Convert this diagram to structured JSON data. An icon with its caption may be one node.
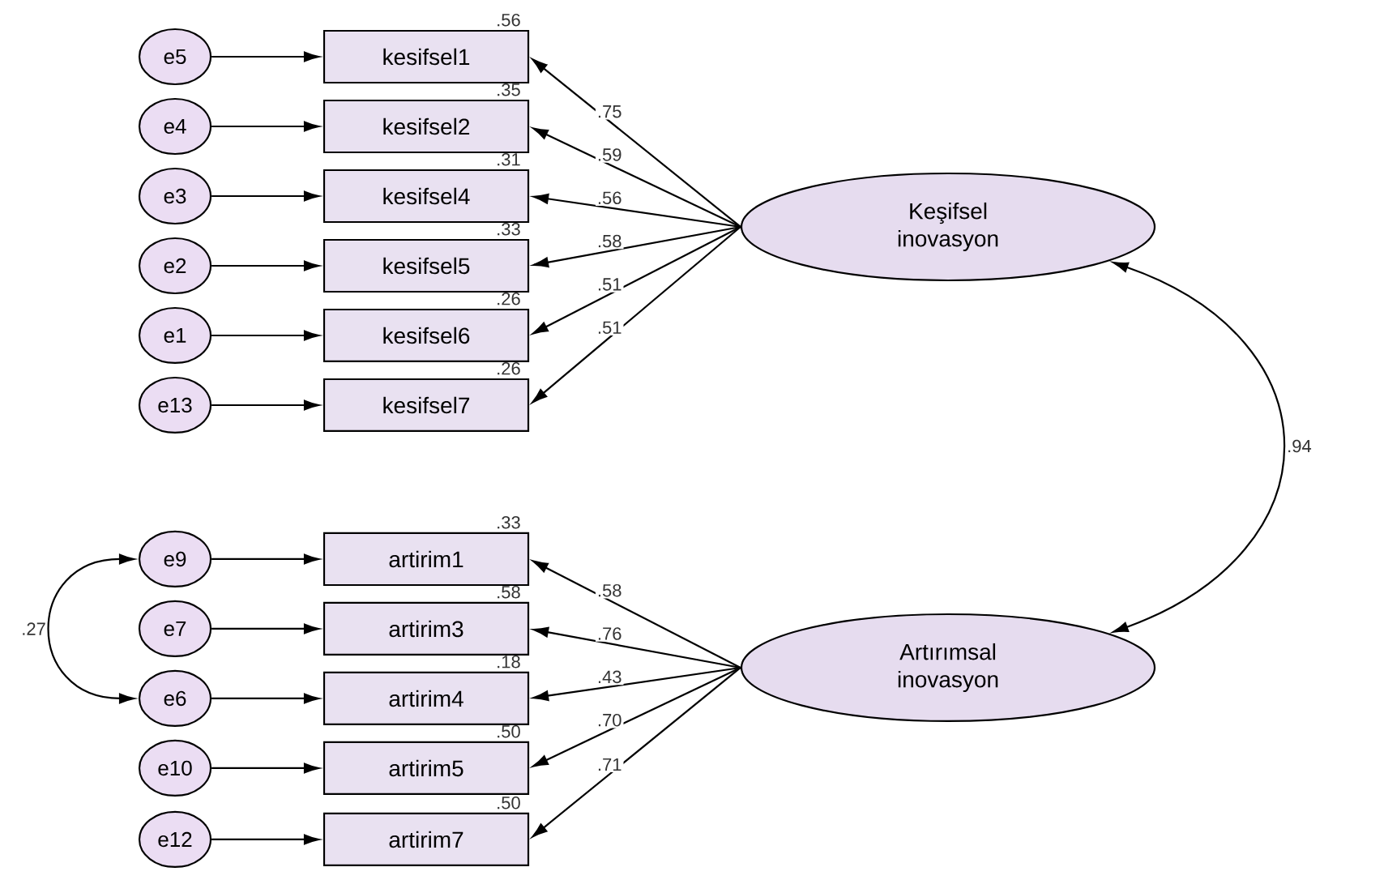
{
  "diagram": {
    "nodes": [
      {
        "text": [
          "e5"
        ]
      },
      {
        "text": [
          "e4"
        ]
      },
      {
        "text": [
          "e3"
        ]
      },
      {
        "text": [
          "e2"
        ]
      },
      {
        "text": [
          "e1"
        ]
      },
      {
        "text": [
          "e13"
        ]
      },
      {
        "text": [
          "kesifsel1"
        ],
        "beside": [
          ".56"
        ]
      },
      {
        "text": [
          "kesifsel2"
        ],
        "beside": [
          ".35"
        ]
      },
      {
        "text": [
          "kesifsel4"
        ],
        "beside": [
          ".31"
        ]
      },
      {
        "text": [
          "kesifsel5"
        ],
        "beside": [
          ".33"
        ]
      },
      {
        "text": [
          "kesifsel6"
        ],
        "beside": [
          ".26"
        ]
      },
      {
        "text": [
          "kesifsel7"
        ],
        "beside": [
          ".26"
        ]
      },
      {
        "text": [
          "Keşifsel inovasyon"
        ]
      },
      {
        "text": [
          "e9"
        ]
      },
      {
        "text": [
          "e7"
        ]
      },
      {
        "text": [
          "e6"
        ]
      },
      {
        "text": [
          "e10"
        ]
      },
      {
        "text": [
          "e12"
        ]
      },
      {
        "text": [
          "artirim1"
        ],
        "beside": [
          ".33"
        ]
      },
      {
        "text": [
          "artirim3"
        ],
        "beside": [
          ".58"
        ]
      },
      {
        "text": [
          "artirim4"
        ],
        "beside": [
          ".18"
        ]
      },
      {
        "text": [
          "artirim5"
        ],
        "beside": [
          ".50"
        ]
      },
      {
        "text": [
          "artirim7"
        ],
        "beside": [
          ".50"
        ]
      },
      {
        "text": [
          "Artırımsal inovasyon"
        ]
      }
    ],
    "edges": [
      {
        "from": 0,
        "to": 6,
        "arrow": "to"
      },
      {
        "from": 1,
        "to": 7,
        "arrow": "to"
      },
      {
        "from": 2,
        "to": 8,
        "arrow": "to"
      },
      {
        "from": 3,
        "to": 9,
        "arrow": "to"
      },
      {
        "from": 4,
        "to": 10,
        "arrow": "to"
      },
      {
        "from": 5,
        "to": 11,
        "arrow": "to"
      },
      {
        "from": 12,
        "to": 6,
        "arrow": "to",
        "label": ".75"
      },
      {
        "from": 12,
        "to": 7,
        "arrow": "to",
        "label": ".59"
      },
      {
        "from": 12,
        "to": 8,
        "arrow": "to",
        "label": ".56"
      },
      {
        "from": 12,
        "to": 9,
        "arrow": "to",
        "label": ".58"
      },
      {
        "from": 12,
        "to": 10,
        "arrow": "to",
        "label": ".51"
      },
      {
        "from": 12,
        "to": 11,
        "arrow": "to",
        "label": ".51"
      },
      {
        "from": 13,
        "to": 18,
        "arrow": "to"
      },
      {
        "from": 14,
        "to": 19,
        "arrow": "to"
      },
      {
        "from": 15,
        "to": 20,
        "arrow": "to"
      },
      {
        "from": 16,
        "to": 21,
        "arrow": "to"
      },
      {
        "from": 17,
        "to": 22,
        "arrow": "to"
      },
      {
        "from": 23,
        "to": 18,
        "arrow": "to",
        "label": ".58"
      },
      {
        "from": 23,
        "to": 19,
        "arrow": "to",
        "label": ".76"
      },
      {
        "from": 23,
        "to": 20,
        "arrow": "to",
        "label": ".43"
      },
      {
        "from": 23,
        "to": 21,
        "arrow": "to",
        "label": ".70"
      },
      {
        "from": 23,
        "to": 22,
        "arrow": "to",
        "label": ".71"
      },
      {
        "from": 12,
        "to": 23,
        "arrow": "both",
        "label": ".94"
      },
      {
        "from": 13,
        "to": 15,
        "arrow": "both",
        "label": ".27"
      }
    ]
  }
}
